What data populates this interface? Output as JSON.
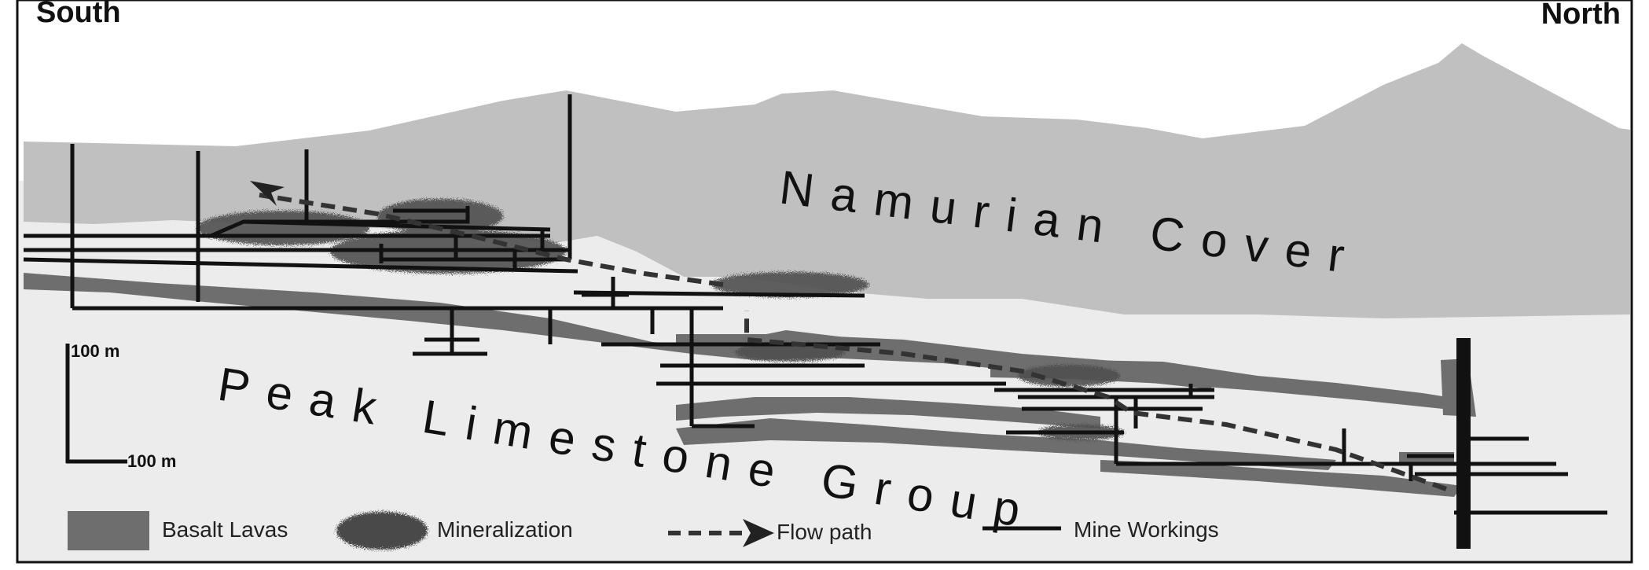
{
  "directions": {
    "left": "South",
    "right": "North"
  },
  "labels": {
    "cover": [
      "N",
      "a",
      "m",
      "u",
      "r",
      "i",
      "a",
      "n",
      " ",
      "C",
      "o",
      "v",
      "e",
      "r"
    ],
    "limestone": [
      "P",
      "e",
      "a",
      "k",
      " ",
      "L",
      "i",
      "m",
      "e",
      "s",
      "t",
      "o",
      "n",
      "e",
      " ",
      "G",
      "r",
      "o",
      "u",
      "p"
    ]
  },
  "scale": {
    "vertical": "100 m",
    "horizontal": "100 m"
  },
  "legend": {
    "basalt": "Basalt Lavas",
    "mineralization": "Mineralization",
    "flow": "Flow path",
    "mine": "Mine Workings"
  },
  "colors": {
    "cover": "#c0c0c0",
    "limestone": "#ececec",
    "basalt": "#6e6e6e",
    "mine": "#111111",
    "mineralization": "#444444"
  }
}
